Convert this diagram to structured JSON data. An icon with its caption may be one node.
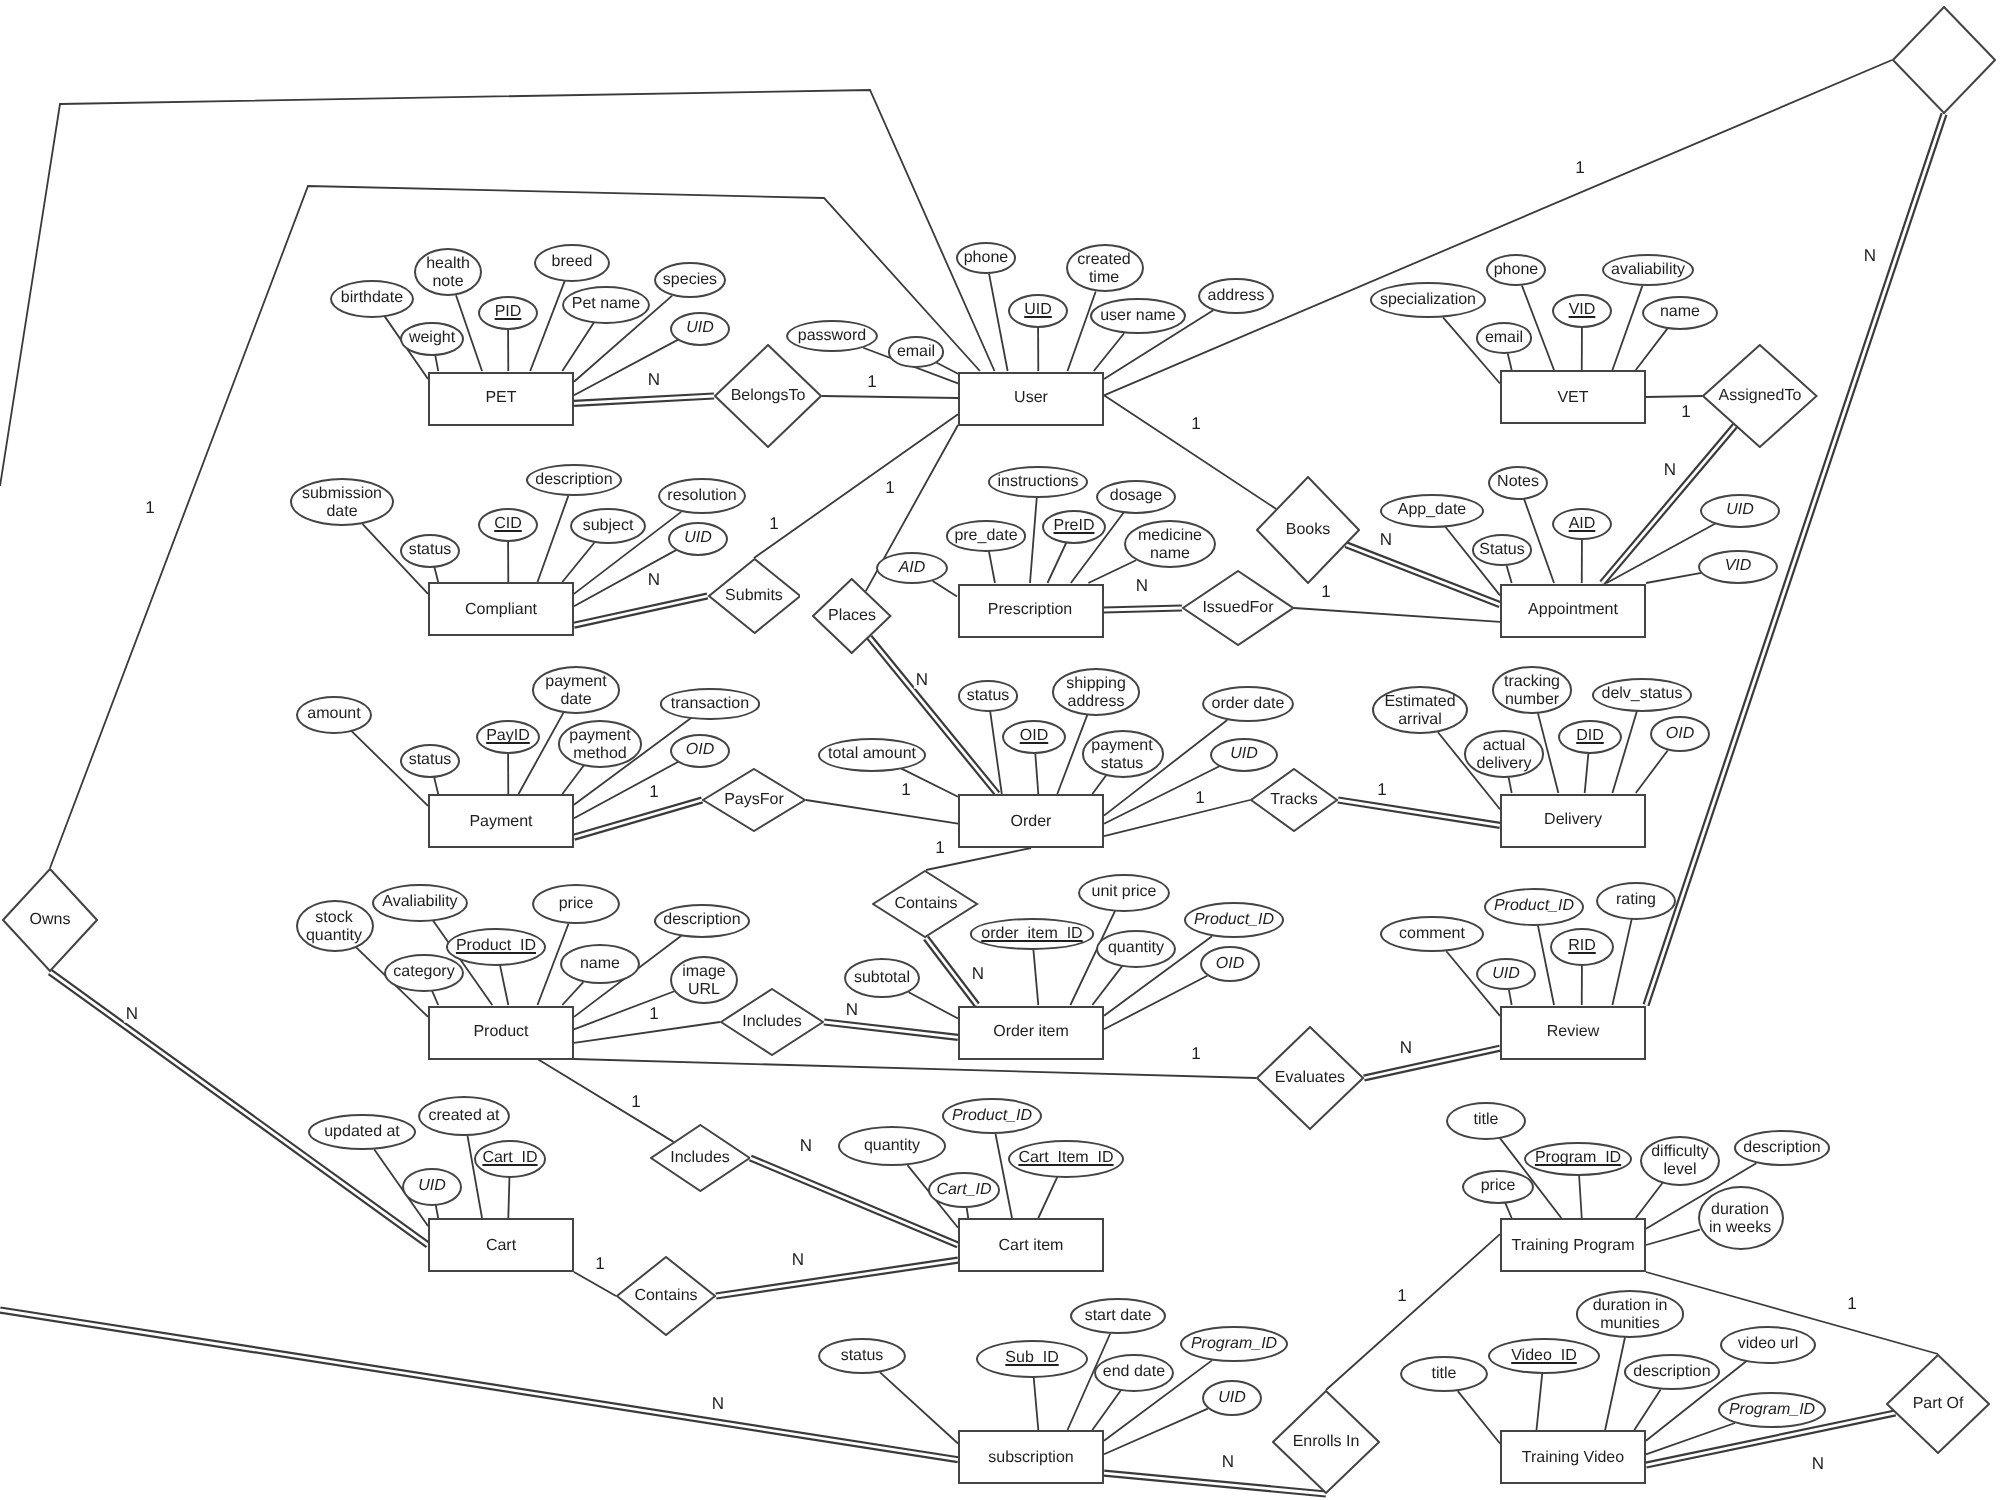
{
  "diagram": {
    "nodes": [
      {
        "text": [
          "PET"
        ]
      },
      {
        "text": [
          "birthdate"
        ]
      },
      {
        "text": [
          "health note"
        ]
      },
      {
        "text": [
          "weight"
        ]
      },
      {
        "text": [
          "PID"
        ]
      },
      {
        "text": [
          "breed"
        ]
      },
      {
        "text": [
          "Pet name"
        ]
      },
      {
        "text": [
          "species"
        ]
      },
      {
        "text": [
          "UID"
        ]
      },
      {
        "text": [
          "BelongsTo"
        ]
      },
      {
        "text": [
          "User"
        ]
      },
      {
        "text": [
          "password"
        ]
      },
      {
        "text": [
          "email"
        ]
      },
      {
        "text": [
          "phone"
        ]
      },
      {
        "text": [
          "UID"
        ]
      },
      {
        "text": [
          "created time"
        ]
      },
      {
        "text": [
          "user name"
        ]
      },
      {
        "text": [
          "address"
        ]
      },
      {
        "text": [
          "VET"
        ]
      },
      {
        "text": [
          "specialization"
        ]
      },
      {
        "text": [
          "phone"
        ]
      },
      {
        "text": [
          "email"
        ]
      },
      {
        "text": [
          "VID"
        ]
      },
      {
        "text": [
          "avaliability"
        ]
      },
      {
        "text": [
          "name"
        ]
      },
      {
        "text": [
          "AssignedTo"
        ]
      },
      {
        "text": [],
        "shape": "diamond"
      },
      {
        "text": [
          "Compliant"
        ]
      },
      {
        "text": [
          "submission date"
        ]
      },
      {
        "text": [
          "status"
        ]
      },
      {
        "text": [
          "CID"
        ]
      },
      {
        "text": [
          "description"
        ]
      },
      {
        "text": [
          "subject"
        ]
      },
      {
        "text": [
          "resolution"
        ]
      },
      {
        "text": [
          "UID"
        ]
      },
      {
        "text": [
          "Submits"
        ]
      },
      {
        "text": [
          "Places"
        ]
      },
      {
        "text": [
          "Prescription"
        ]
      },
      {
        "text": [
          "AID"
        ]
      },
      {
        "text": [
          "pre_date"
        ]
      },
      {
        "text": [
          "instructions"
        ]
      },
      {
        "text": [
          "PreID"
        ]
      },
      {
        "text": [
          "dosage"
        ]
      },
      {
        "text": [
          "medicine name"
        ]
      },
      {
        "text": [
          "IssuedFor"
        ]
      },
      {
        "text": [
          "Books"
        ]
      },
      {
        "text": [
          "Appointment"
        ]
      },
      {
        "text": [
          "App_date"
        ]
      },
      {
        "text": [
          "Notes"
        ]
      },
      {
        "text": [
          "Status"
        ]
      },
      {
        "text": [
          "AID"
        ]
      },
      {
        "text": [
          "UID"
        ]
      },
      {
        "text": [
          "VID"
        ]
      },
      {
        "text": [
          "Payment"
        ]
      },
      {
        "text": [
          "amount"
        ]
      },
      {
        "text": [
          "status"
        ]
      },
      {
        "text": [
          "PayID"
        ]
      },
      {
        "text": [
          "payment date"
        ]
      },
      {
        "text": [
          "payment method"
        ]
      },
      {
        "text": [
          "transaction"
        ]
      },
      {
        "text": [
          "OID"
        ]
      },
      {
        "text": [
          "PaysFor"
        ]
      },
      {
        "text": [
          "Order"
        ]
      },
      {
        "text": [
          "total amount"
        ]
      },
      {
        "text": [
          "status"
        ]
      },
      {
        "text": [
          "OID"
        ]
      },
      {
        "text": [
          "shipping address"
        ]
      },
      {
        "text": [
          "payment status"
        ]
      },
      {
        "text": [
          "order date"
        ]
      },
      {
        "text": [
          "UID"
        ]
      },
      {
        "text": [
          "Tracks"
        ]
      },
      {
        "text": [
          "Delivery"
        ]
      },
      {
        "text": [
          "Estimated arrival"
        ]
      },
      {
        "text": [
          "tracking number"
        ]
      },
      {
        "text": [
          "actual delivery"
        ]
      },
      {
        "text": [
          "DID"
        ]
      },
      {
        "text": [
          "delv_status"
        ]
      },
      {
        "text": [
          "OID"
        ]
      },
      {
        "text": [
          "Owns"
        ]
      },
      {
        "text": [
          "Product"
        ]
      },
      {
        "text": [
          "stock quantity"
        ]
      },
      {
        "text": [
          "Avaliability"
        ]
      },
      {
        "text": [
          "category"
        ]
      },
      {
        "text": [
          "Product_ID"
        ]
      },
      {
        "text": [
          "price"
        ]
      },
      {
        "text": [
          "name"
        ]
      },
      {
        "text": [
          "description"
        ]
      },
      {
        "text": [
          "image URL"
        ]
      },
      {
        "text": [
          "Includes"
        ]
      },
      {
        "text": [
          "Contains"
        ]
      },
      {
        "text": [
          "Order item"
        ]
      },
      {
        "text": [
          "subtotal"
        ]
      },
      {
        "text": [
          "order_item_ID"
        ]
      },
      {
        "text": [
          "unit price"
        ]
      },
      {
        "text": [
          "quantity"
        ]
      },
      {
        "text": [
          "Product_ID"
        ]
      },
      {
        "text": [
          "OID"
        ]
      },
      {
        "text": [
          "Evaluates"
        ]
      },
      {
        "text": [
          "Review"
        ]
      },
      {
        "text": [
          "comment"
        ]
      },
      {
        "text": [
          "Product_ID"
        ]
      },
      {
        "text": [
          "UID"
        ]
      },
      {
        "text": [
          "RID"
        ]
      },
      {
        "text": [
          "rating"
        ]
      },
      {
        "text": [
          "Cart"
        ]
      },
      {
        "text": [
          "updated at"
        ]
      },
      {
        "text": [
          "created at"
        ]
      },
      {
        "text": [
          "UID"
        ]
      },
      {
        "text": [
          "Cart_ID"
        ]
      },
      {
        "text": [
          "Includes"
        ]
      },
      {
        "text": [
          "Contains"
        ]
      },
      {
        "text": [
          "Cart item"
        ]
      },
      {
        "text": [
          "quantity"
        ]
      },
      {
        "text": [
          "Product_ID"
        ]
      },
      {
        "text": [
          "Cart_ID"
        ]
      },
      {
        "text": [
          "Cart_Item_ID"
        ]
      },
      {
        "text": [
          "Training Program"
        ]
      },
      {
        "text": [
          "title"
        ]
      },
      {
        "text": [
          "price"
        ]
      },
      {
        "text": [
          "Program_ID"
        ]
      },
      {
        "text": [
          "difficulty level"
        ]
      },
      {
        "text": [
          "description"
        ]
      },
      {
        "text": [
          "duration in weeks"
        ]
      },
      {
        "text": [
          "subscription"
        ]
      },
      {
        "text": [
          "status"
        ]
      },
      {
        "text": [
          "Sub_ID"
        ]
      },
      {
        "text": [
          "start date"
        ]
      },
      {
        "text": [
          "end date"
        ]
      },
      {
        "text": [
          "Program_ID"
        ]
      },
      {
        "text": [
          "UID"
        ]
      },
      {
        "text": [
          "Enrolls In"
        ]
      },
      {
        "text": [
          "Training Video"
        ]
      },
      {
        "text": [
          "title"
        ]
      },
      {
        "text": [
          "Video_ID"
        ]
      },
      {
        "text": [
          "duration in munities"
        ]
      },
      {
        "text": [
          "description"
        ]
      },
      {
        "text": [
          "video url"
        ]
      },
      {
        "text": [
          "Program_ID"
        ]
      },
      {
        "text": [
          "Part Of"
        ]
      }
    ],
    "edges": [
      {
        "from": 0,
        "to": 9,
        "arrow": "none",
        "label": "N",
        "style": "thick"
      },
      {
        "from": 9,
        "to": 10,
        "arrow": "none",
        "label": "1"
      },
      {
        "from": 27,
        "to": 35,
        "arrow": "none",
        "label": "N",
        "style": "thick"
      },
      {
        "from": 35,
        "to": 10,
        "arrow": "none",
        "label": "1"
      },
      {
        "from": 53,
        "to": 61,
        "arrow": "none",
        "label": "1",
        "style": "thick"
      },
      {
        "from": 61,
        "to": 62,
        "arrow": "none",
        "label": "1"
      },
      {
        "from": 10,
        "to": 36,
        "arrow": "none",
        "label": "1"
      },
      {
        "from": 36,
        "to": 62,
        "arrow": "none",
        "label": "N",
        "style": "thick"
      },
      {
        "from": 37,
        "to": 44,
        "arrow": "none",
        "label": "N",
        "style": "thick"
      },
      {
        "from": 44,
        "to": 46,
        "arrow": "none",
        "label": "1"
      },
      {
        "from": 10,
        "to": 45,
        "arrow": "none",
        "label": "1"
      },
      {
        "from": 45,
        "to": 46,
        "arrow": "none",
        "label": "N",
        "style": "thick"
      },
      {
        "from": 18,
        "to": 25,
        "arrow": "none",
        "label": "1"
      },
      {
        "from": 25,
        "to": 46,
        "arrow": "none",
        "label": "N",
        "style": "thick"
      },
      {
        "from": 10,
        "to": 26,
        "arrow": "none",
        "label": "1"
      },
      {
        "from": 26,
        "to": 98,
        "arrow": "none",
        "label": "N",
        "style": "thick"
      },
      {
        "from": 10,
        "to": 78,
        "arrow": "none",
        "label": "1"
      },
      {
        "from": 78,
        "to": 104,
        "arrow": "none",
        "label": "N",
        "style": "thick"
      },
      {
        "from": 10,
        "to": null,
        "arrow": "none"
      },
      {
        "from": 62,
        "to": 70,
        "arrow": "none",
        "label": "1"
      },
      {
        "from": 70,
        "to": 71,
        "arrow": "none",
        "label": "1",
        "style": "thick"
      },
      {
        "from": 79,
        "to": 88,
        "arrow": "none",
        "label": "1"
      },
      {
        "from": 88,
        "to": 90,
        "arrow": "none",
        "label": "N",
        "style": "thick"
      },
      {
        "from": 62,
        "to": 89,
        "arrow": "none",
        "label": "1"
      },
      {
        "from": 89,
        "to": 90,
        "arrow": "none",
        "label": "N",
        "style": "thick"
      },
      {
        "from": 79,
        "to": 97,
        "arrow": "none",
        "label": "1"
      },
      {
        "from": 97,
        "to": 98,
        "arrow": "none",
        "label": "N",
        "style": "thick"
      },
      {
        "from": 79,
        "to": 109,
        "arrow": "none",
        "label": "1"
      },
      {
        "from": 109,
        "to": 111,
        "arrow": "none",
        "label": "N",
        "style": "thick"
      },
      {
        "from": 104,
        "to": 110,
        "arrow": "none",
        "label": "1"
      },
      {
        "from": 110,
        "to": 111,
        "arrow": "none",
        "label": "N",
        "style": "thick"
      },
      {
        "from": null,
        "to": 123,
        "arrow": "none",
        "label": "N",
        "style": "thick"
      },
      {
        "from": 123,
        "to": 130,
        "arrow": "none",
        "label": "N",
        "style": "thick"
      },
      {
        "from": 130,
        "to": 116,
        "arrow": "none",
        "label": "1"
      },
      {
        "from": 116,
        "to": 138,
        "arrow": "none",
        "label": "1"
      },
      {
        "from": 138,
        "to": 131,
        "arrow": "none",
        "label": "N",
        "style": "thick"
      },
      {
        "from": 1,
        "to": 0,
        "arrow": "none"
      },
      {
        "from": 2,
        "to": 0,
        "arrow": "none"
      },
      {
        "from": 3,
        "to": 0,
        "arrow": "none"
      },
      {
        "from": 4,
        "to": 0,
        "arrow": "none"
      },
      {
        "from": 5,
        "to": 0,
        "arrow": "none"
      },
      {
        "from": 6,
        "to": 0,
        "arrow": "none"
      },
      {
        "from": 7,
        "to": 0,
        "arrow": "none"
      },
      {
        "from": 8,
        "to": 0,
        "arrow": "none"
      },
      {
        "from": 11,
        "to": 10,
        "arrow": "none"
      },
      {
        "from": 12,
        "to": 10,
        "arrow": "none"
      },
      {
        "from": 13,
        "to": 10,
        "arrow": "none"
      },
      {
        "from": 14,
        "to": 10,
        "arrow": "none"
      },
      {
        "from": 15,
        "to": 10,
        "arrow": "none"
      },
      {
        "from": 16,
        "to": 10,
        "arrow": "none"
      },
      {
        "from": 17,
        "to": 10,
        "arrow": "none"
      },
      {
        "from": 19,
        "to": 18,
        "arrow": "none"
      },
      {
        "from": 20,
        "to": 18,
        "arrow": "none"
      },
      {
        "from": 21,
        "to": 18,
        "arrow": "none"
      },
      {
        "from": 22,
        "to": 18,
        "arrow": "none"
      },
      {
        "from": 23,
        "to": 18,
        "arrow": "none"
      },
      {
        "from": 24,
        "to": 18,
        "arrow": "none"
      },
      {
        "from": 28,
        "to": 27,
        "arrow": "none"
      },
      {
        "from": 29,
        "to": 27,
        "arrow": "none"
      },
      {
        "from": 30,
        "to": 27,
        "arrow": "none"
      },
      {
        "from": 31,
        "to": 27,
        "arrow": "none"
      },
      {
        "from": 32,
        "to": 27,
        "arrow": "none"
      },
      {
        "from": 33,
        "to": 27,
        "arrow": "none"
      },
      {
        "from": 34,
        "to": 27,
        "arrow": "none"
      },
      {
        "from": 38,
        "to": 37,
        "arrow": "none"
      },
      {
        "from": 39,
        "to": 37,
        "arrow": "none"
      },
      {
        "from": 40,
        "to": 37,
        "arrow": "none"
      },
      {
        "from": 41,
        "to": 37,
        "arrow": "none"
      },
      {
        "from": 42,
        "to": 37,
        "arrow": "none"
      },
      {
        "from": 43,
        "to": 37,
        "arrow": "none"
      },
      {
        "from": 47,
        "to": 46,
        "arrow": "none"
      },
      {
        "from": 48,
        "to": 46,
        "arrow": "none"
      },
      {
        "from": 49,
        "to": 46,
        "arrow": "none"
      },
      {
        "from": 50,
        "to": 46,
        "arrow": "none"
      },
      {
        "from": 51,
        "to": 46,
        "arrow": "none"
      },
      {
        "from": 52,
        "to": 46,
        "arrow": "none"
      },
      {
        "from": 54,
        "to": 53,
        "arrow": "none"
      },
      {
        "from": 55,
        "to": 53,
        "arrow": "none"
      },
      {
        "from": 56,
        "to": 53,
        "arrow": "none"
      },
      {
        "from": 57,
        "to": 53,
        "arrow": "none"
      },
      {
        "from": 58,
        "to": 53,
        "arrow": "none"
      },
      {
        "from": 59,
        "to": 53,
        "arrow": "none"
      },
      {
        "from": 60,
        "to": 53,
        "arrow": "none"
      },
      {
        "from": 63,
        "to": 62,
        "arrow": "none"
      },
      {
        "from": 64,
        "to": 62,
        "arrow": "none"
      },
      {
        "from": 65,
        "to": 62,
        "arrow": "none"
      },
      {
        "from": 66,
        "to": 62,
        "arrow": "none"
      },
      {
        "from": 67,
        "to": 62,
        "arrow": "none"
      },
      {
        "from": 68,
        "to": 62,
        "arrow": "none"
      },
      {
        "from": 69,
        "to": 62,
        "arrow": "none"
      },
      {
        "from": 72,
        "to": 71,
        "arrow": "none"
      },
      {
        "from": 73,
        "to": 71,
        "arrow": "none"
      },
      {
        "from": 74,
        "to": 71,
        "arrow": "none"
      },
      {
        "from": 75,
        "to": 71,
        "arrow": "none"
      },
      {
        "from": 76,
        "to": 71,
        "arrow": "none"
      },
      {
        "from": 77,
        "to": 71,
        "arrow": "none"
      },
      {
        "from": 80,
        "to": 79,
        "arrow": "none"
      },
      {
        "from": 81,
        "to": 79,
        "arrow": "none"
      },
      {
        "from": 82,
        "to": 79,
        "arrow": "none"
      },
      {
        "from": 83,
        "to": 79,
        "arrow": "none"
      },
      {
        "from": 84,
        "to": 79,
        "arrow": "none"
      },
      {
        "from": 85,
        "to": 79,
        "arrow": "none"
      },
      {
        "from": 86,
        "to": 79,
        "arrow": "none"
      },
      {
        "from": 87,
        "to": 79,
        "arrow": "none"
      },
      {
        "from": 91,
        "to": 90,
        "arrow": "none"
      },
      {
        "from": 92,
        "to": 90,
        "arrow": "none"
      },
      {
        "from": 93,
        "to": 90,
        "arrow": "none"
      },
      {
        "from": 94,
        "to": 90,
        "arrow": "none"
      },
      {
        "from": 95,
        "to": 90,
        "arrow": "none"
      },
      {
        "from": 96,
        "to": 90,
        "arrow": "none"
      },
      {
        "from": 99,
        "to": 98,
        "arrow": "none"
      },
      {
        "from": 100,
        "to": 98,
        "arrow": "none"
      },
      {
        "from": 101,
        "to": 98,
        "arrow": "none"
      },
      {
        "from": 102,
        "to": 98,
        "arrow": "none"
      },
      {
        "from": 103,
        "to": 98,
        "arrow": "none"
      },
      {
        "from": 105,
        "to": 104,
        "arrow": "none"
      },
      {
        "from": 106,
        "to": 104,
        "arrow": "none"
      },
      {
        "from": 107,
        "to": 104,
        "arrow": "none"
      },
      {
        "from": 108,
        "to": 104,
        "arrow": "none"
      },
      {
        "from": 112,
        "to": 111,
        "arrow": "none"
      },
      {
        "from": 113,
        "to": 111,
        "arrow": "none"
      },
      {
        "from": 114,
        "to": 111,
        "arrow": "none"
      },
      {
        "from": 115,
        "to": 111,
        "arrow": "none"
      },
      {
        "from": 117,
        "to": 116,
        "arrow": "none"
      },
      {
        "from": 118,
        "to": 116,
        "arrow": "none"
      },
      {
        "from": 119,
        "to": 116,
        "arrow": "none"
      },
      {
        "from": 120,
        "to": 116,
        "arrow": "none"
      },
      {
        "from": 121,
        "to": 116,
        "arrow": "none"
      },
      {
        "from": 122,
        "to": 116,
        "arrow": "none"
      },
      {
        "from": 124,
        "to": 123,
        "arrow": "none"
      },
      {
        "from": 125,
        "to": 123,
        "arrow": "none"
      },
      {
        "from": 126,
        "to": 123,
        "arrow": "none"
      },
      {
        "from": 127,
        "to": 123,
        "arrow": "none"
      },
      {
        "from": 128,
        "to": 123,
        "arrow": "none"
      },
      {
        "from": 129,
        "to": 123,
        "arrow": "none"
      },
      {
        "from": 132,
        "to": 131,
        "arrow": "none"
      },
      {
        "from": 133,
        "to": 131,
        "arrow": "none"
      },
      {
        "from": 134,
        "to": 131,
        "arrow": "none"
      },
      {
        "from": 135,
        "to": 131,
        "arrow": "none"
      },
      {
        "from": 136,
        "to": 131,
        "arrow": "none"
      },
      {
        "from": 137,
        "to": 131,
        "arrow": "none"
      }
    ]
  }
}
